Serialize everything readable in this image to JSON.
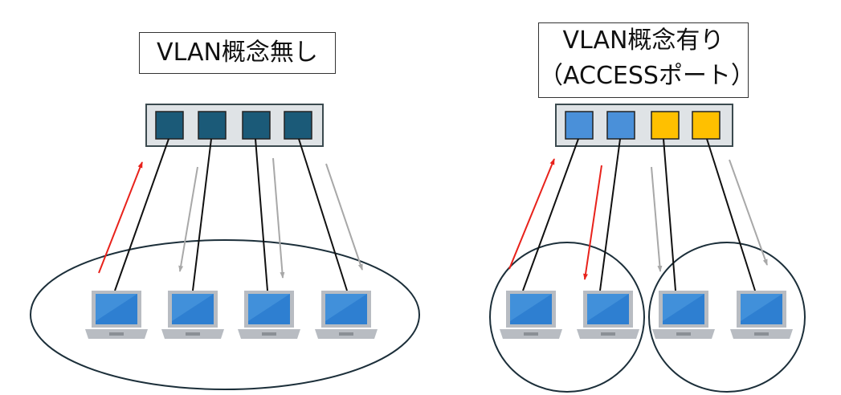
{
  "left": {
    "title": "VLAN概念無し",
    "port_colors": [
      "#1b5a78",
      "#1b5a78",
      "#1b5a78",
      "#1b5a78"
    ]
  },
  "right": {
    "title_line1": "VLAN概念有り",
    "title_line2": "（ACCESSポート）",
    "port_colors": [
      "#4a90d9",
      "#4a90d9",
      "#ffc000",
      "#ffc000"
    ]
  },
  "colors": {
    "switch_body": "#dfe3e6",
    "switch_border": "#3b4a4f",
    "cable": "#111111",
    "active_arrow": "#e8221b",
    "inactive_arrow": "#a8a8a8",
    "domain_outline": "#1c2f3a",
    "laptop_screen": "#2e7fd1",
    "laptop_frame": "#b8bcc2"
  },
  "icons": {
    "endpoint": "laptop-icon",
    "switch": "switch-icon"
  }
}
